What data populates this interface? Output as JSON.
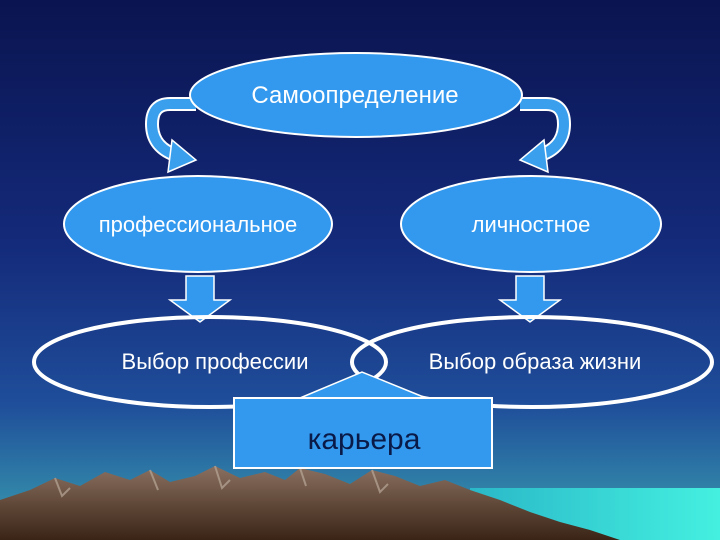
{
  "diagram": {
    "top_node": "Самоопределение",
    "left_node": "профессиональное",
    "right_node": "личностное",
    "choice_profession": "Выбор профессии",
    "choice_lifestyle": "Выбор образа жизни",
    "bottom_box": "карьера"
  },
  "colors": {
    "sky_top": "#0a1450",
    "sky_mid": "#1a3a9a",
    "horizon": "#2a8aa0",
    "node_fill": "#3399ee",
    "node_stroke": "#ffffff",
    "choice_fill": "#1a2e88",
    "sea": "#33e0d8",
    "mountains": "#5a3e2c"
  }
}
